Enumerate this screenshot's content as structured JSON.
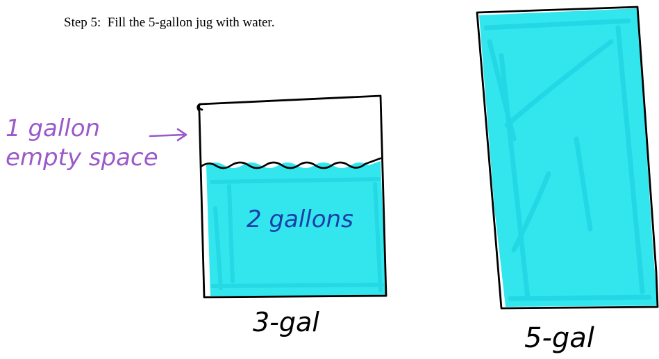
{
  "instruction": "Step 5:  Fill the 5-gallon jug with water.",
  "annotation": {
    "line1": "1 gallon",
    "line2": "empty space"
  },
  "jug_small": {
    "label": "3-gal",
    "fill_label": "2 gallons",
    "capacity_gallons": 3,
    "water_gallons": 2,
    "water_fraction": 0.667
  },
  "jug_large": {
    "label": "5-gal",
    "capacity_gallons": 5,
    "water_gallons": 5,
    "water_fraction": 1.0
  },
  "colors": {
    "water": "#33e6ee",
    "water_dark": "#1fd3e0",
    "outline": "#000000",
    "annotation": "#9b59c9",
    "fill_label": "#1a3fa8"
  }
}
